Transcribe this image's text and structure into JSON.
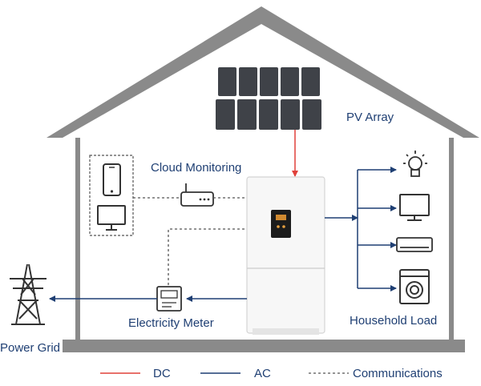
{
  "labels": {
    "pv_array": "PV Array",
    "cloud_monitoring": "Cloud Monitoring",
    "electricity_meter": "Electricity Meter",
    "household_load": "Household Load",
    "power_grid": "Power Grid"
  },
  "legend": {
    "dc": "DC",
    "ac": "AC",
    "communications": "Communications"
  },
  "colors": {
    "dc": "#e0403a",
    "ac": "#1f3f73",
    "house": "#8a8a8a",
    "panel": "#3f4248"
  },
  "icons": [
    "solar-panel-icon",
    "smartphone-icon",
    "monitor-icon",
    "router-icon",
    "inverter-icon",
    "meter-icon",
    "pylon-icon",
    "lightbulb-icon",
    "tv-icon",
    "air-conditioner-icon",
    "washing-machine-icon"
  ]
}
